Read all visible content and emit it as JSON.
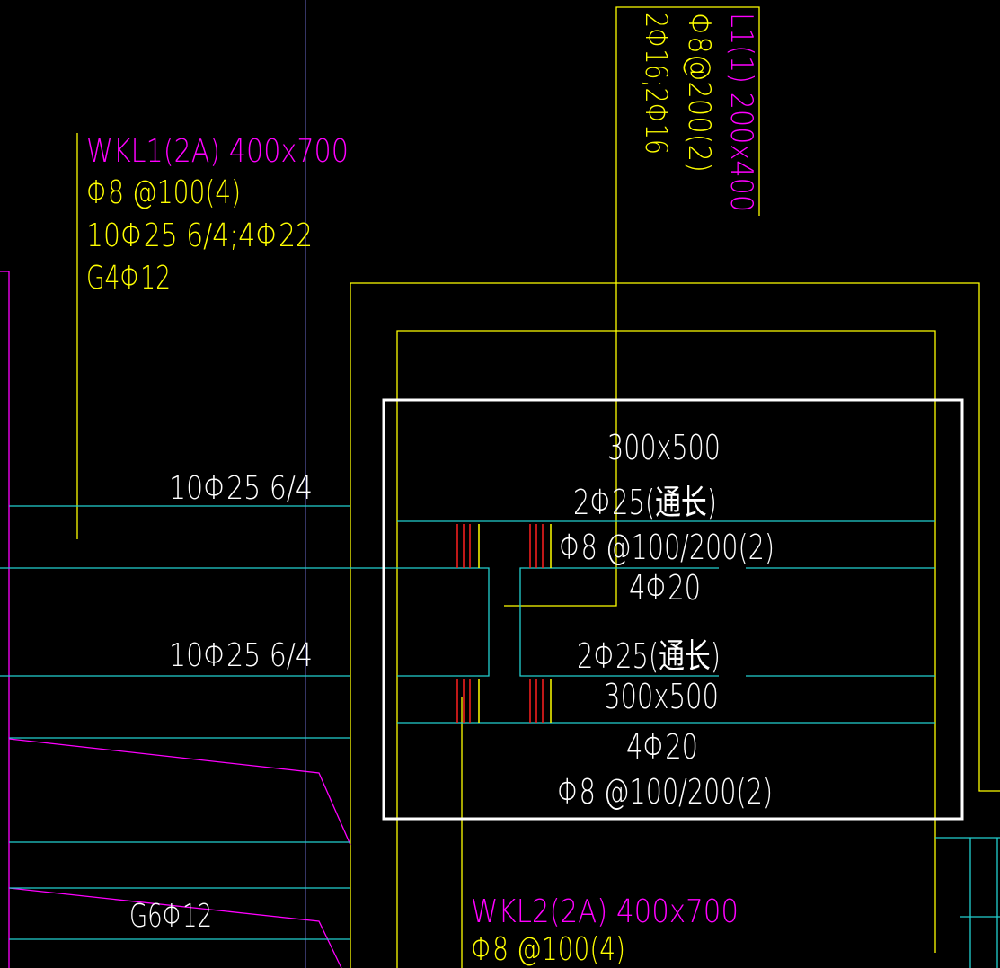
{
  "colors": {
    "background": "#000000",
    "yellow": "#ffff00",
    "magenta": "#ff00ff",
    "cyan": "#00ffff",
    "white": "#ffffff",
    "red": "#ff0000"
  },
  "wkl1": {
    "name": "WKL1(2A) 400x700",
    "stirrup": "Φ8 @100(4)",
    "main_bars": "10Φ25 6/4;4Φ22",
    "side_bars": "G4Φ12"
  },
  "l1": {
    "name": "L1(1) 200x400",
    "stirrup": "Φ8@200(2)",
    "bars": "2Φ16;2Φ16"
  },
  "upper_bars": "10Φ25 6/4",
  "lower_bars": "10Φ25 6/4",
  "side_g6": "G6Φ12",
  "beam_upper": {
    "section": "300x500",
    "through_bars": "2Φ25(通长)",
    "stirrup": "Φ8 @100/200(2)",
    "bottom_bars": "4Φ20"
  },
  "beam_lower": {
    "through_bars": "2Φ25(通长)",
    "section": "300x500",
    "bottom_bars": "4Φ20",
    "stirrup": "Φ8 @100/200(2)"
  },
  "wkl2": {
    "name": "WKL2(2A) 400x700",
    "stirrup": "Φ8 @100(4)"
  }
}
